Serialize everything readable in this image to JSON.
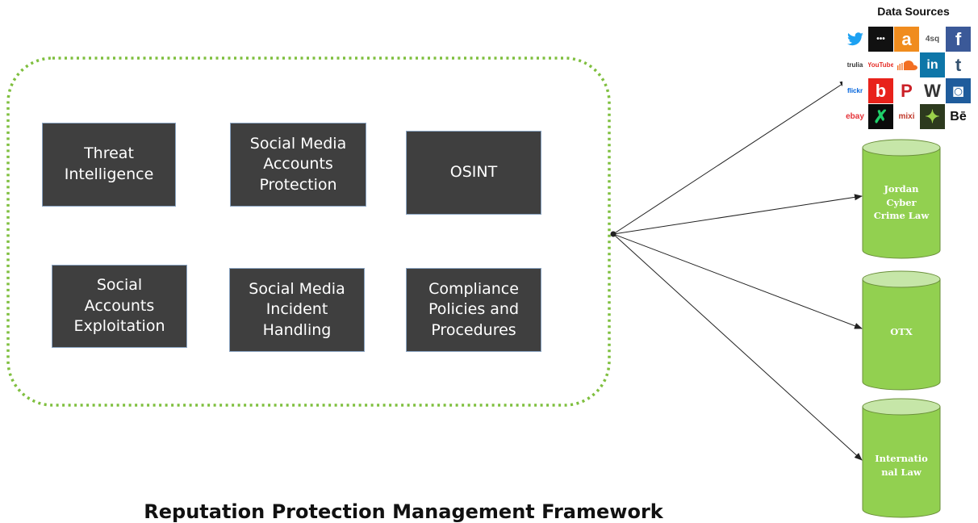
{
  "framework": {
    "title": "Reputation Protection Management Framework",
    "boxes": [
      {
        "id": "threat-intelligence",
        "label": "Threat\nIntelligence"
      },
      {
        "id": "social-media-accounts-protection",
        "label": "Social Media\nAccounts\nProtection"
      },
      {
        "id": "osint",
        "label": "OSINT"
      },
      {
        "id": "social-accounts-exploitation",
        "label": "Social\nAccounts\nExploitation"
      },
      {
        "id": "social-media-incident-handling",
        "label": "Social Media\nIncident\nHandling"
      },
      {
        "id": "compliance-policies-procedures",
        "label": "Compliance\nPolicies and\nProcedures"
      }
    ]
  },
  "data_sources": {
    "title": "Data Sources",
    "logos": [
      {
        "icon": "twitter-icon",
        "text": "",
        "bg": "#ffffff",
        "fg": "#1da1f2"
      },
      {
        "icon": "meetup-icon",
        "text": "•••",
        "bg": "#111111",
        "fg": "#ffffff"
      },
      {
        "icon": "amazon-icon",
        "text": "a",
        "bg": "#f08c1e",
        "fg": "#ffffff"
      },
      {
        "icon": "foursquare-icon",
        "text": "4sq",
        "bg": "#ffffff",
        "fg": "#555555"
      },
      {
        "icon": "facebook-icon",
        "text": "f",
        "bg": "#3b5998",
        "fg": "#ffffff"
      },
      {
        "icon": "trulia-icon",
        "text": "trulia",
        "bg": "#ffffff",
        "fg": "#333333"
      },
      {
        "icon": "youtube-icon",
        "text": "YouTube",
        "bg": "#ffffff",
        "fg": "#e52d27"
      },
      {
        "icon": "soundcloud-icon",
        "text": "",
        "bg": "#ffffff",
        "fg": "#f26f23"
      },
      {
        "icon": "linkedin-icon",
        "text": "in",
        "bg": "#0e76a8",
        "fg": "#ffffff"
      },
      {
        "icon": "tumblr-icon",
        "text": "t",
        "bg": "#ffffff",
        "fg": "#34526f"
      },
      {
        "icon": "flickr-icon",
        "text": "flickr",
        "bg": "#ffffff",
        "fg": "#0063dc"
      },
      {
        "icon": "blogger-icon",
        "text": "b",
        "bg": "#e8221b",
        "fg": "#ffffff"
      },
      {
        "icon": "pinterest-icon",
        "text": "P",
        "bg": "#ffffff",
        "fg": "#cb2027"
      },
      {
        "icon": "wikipedia-icon",
        "text": "W",
        "bg": "#ffffff",
        "fg": "#333333"
      },
      {
        "icon": "photobucket-icon",
        "text": "◙",
        "bg": "#1f5c9c",
        "fg": "#ffffff"
      },
      {
        "icon": "ebay-icon",
        "text": "ebay",
        "bg": "#ffffff",
        "fg": "#e53238"
      },
      {
        "icon": "xing-icon",
        "text": "✗",
        "bg": "#0b0b0b",
        "fg": "#1fcf6a"
      },
      {
        "icon": "mixi-icon",
        "text": "mixi",
        "bg": "#ffffff",
        "fg": "#c0392b"
      },
      {
        "icon": "vine-leaf-icon",
        "text": "✦",
        "bg": "#2d3a1e",
        "fg": "#9bd24a"
      },
      {
        "icon": "behance-icon",
        "text": "Bē",
        "bg": "#ffffff",
        "fg": "#111111"
      }
    ]
  },
  "databases": [
    {
      "id": "jordan-cyber-crime-law",
      "label": "Jordan\nCyber\nCrime Law"
    },
    {
      "id": "otx",
      "label": "OTX"
    },
    {
      "id": "international-law",
      "label": "Internatio\nnal Law"
    }
  ],
  "colors": {
    "box_fill": "#3f3f3f",
    "dotted_border": "#7fbf3f",
    "cylinder_fill": "#92d050",
    "cylinder_top": "#c6e6a8",
    "arrow": "#222222"
  }
}
